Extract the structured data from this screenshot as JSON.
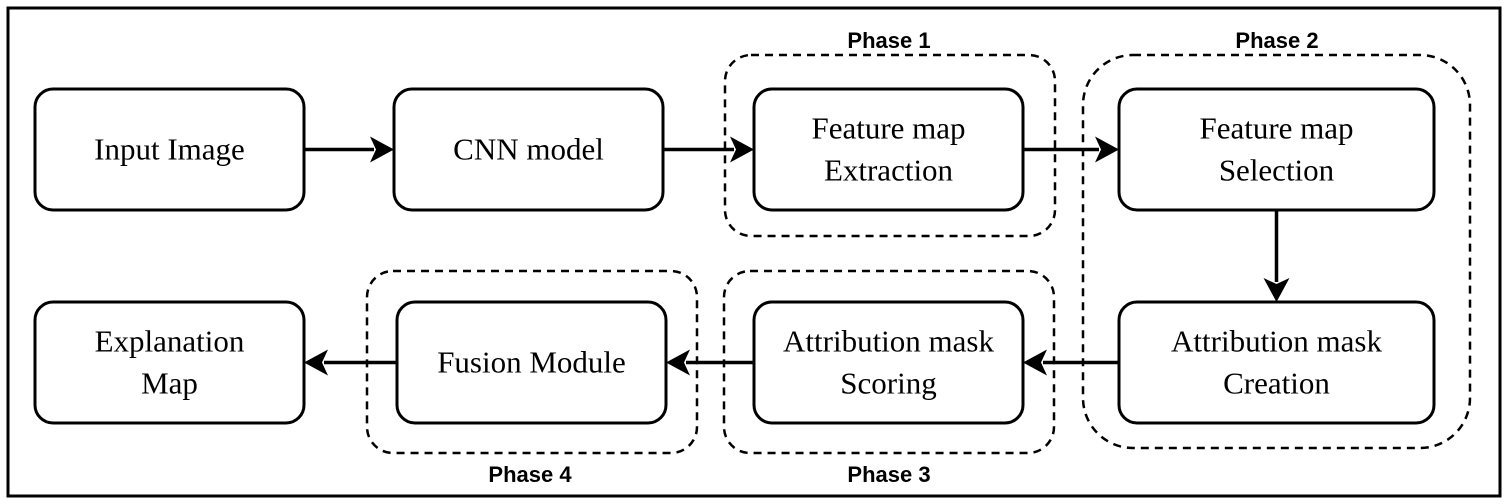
{
  "nodes": {
    "input_image": [
      "Input Image"
    ],
    "cnn_model": [
      "CNN model"
    ],
    "feature_extraction": [
      "Feature map",
      "Extraction"
    ],
    "feature_selection": [
      "Feature map",
      "Selection"
    ],
    "mask_creation": [
      "Attribution mask",
      "Creation"
    ],
    "mask_scoring": [
      "Attribution mask",
      "Scoring"
    ],
    "fusion_module": [
      "Fusion Module"
    ],
    "explanation_map": [
      "Explanation",
      "Map"
    ]
  },
  "phases": {
    "phase1": "Phase 1",
    "phase2": "Phase 2",
    "phase3": "Phase 3",
    "phase4": "Phase 4"
  },
  "edges": [
    {
      "from": "input_image",
      "to": "cnn_model"
    },
    {
      "from": "cnn_model",
      "to": "feature_extraction"
    },
    {
      "from": "feature_extraction",
      "to": "feature_selection"
    },
    {
      "from": "feature_selection",
      "to": "mask_creation"
    },
    {
      "from": "mask_creation",
      "to": "mask_scoring"
    },
    {
      "from": "mask_scoring",
      "to": "fusion_module"
    },
    {
      "from": "fusion_module",
      "to": "explanation_map"
    }
  ]
}
